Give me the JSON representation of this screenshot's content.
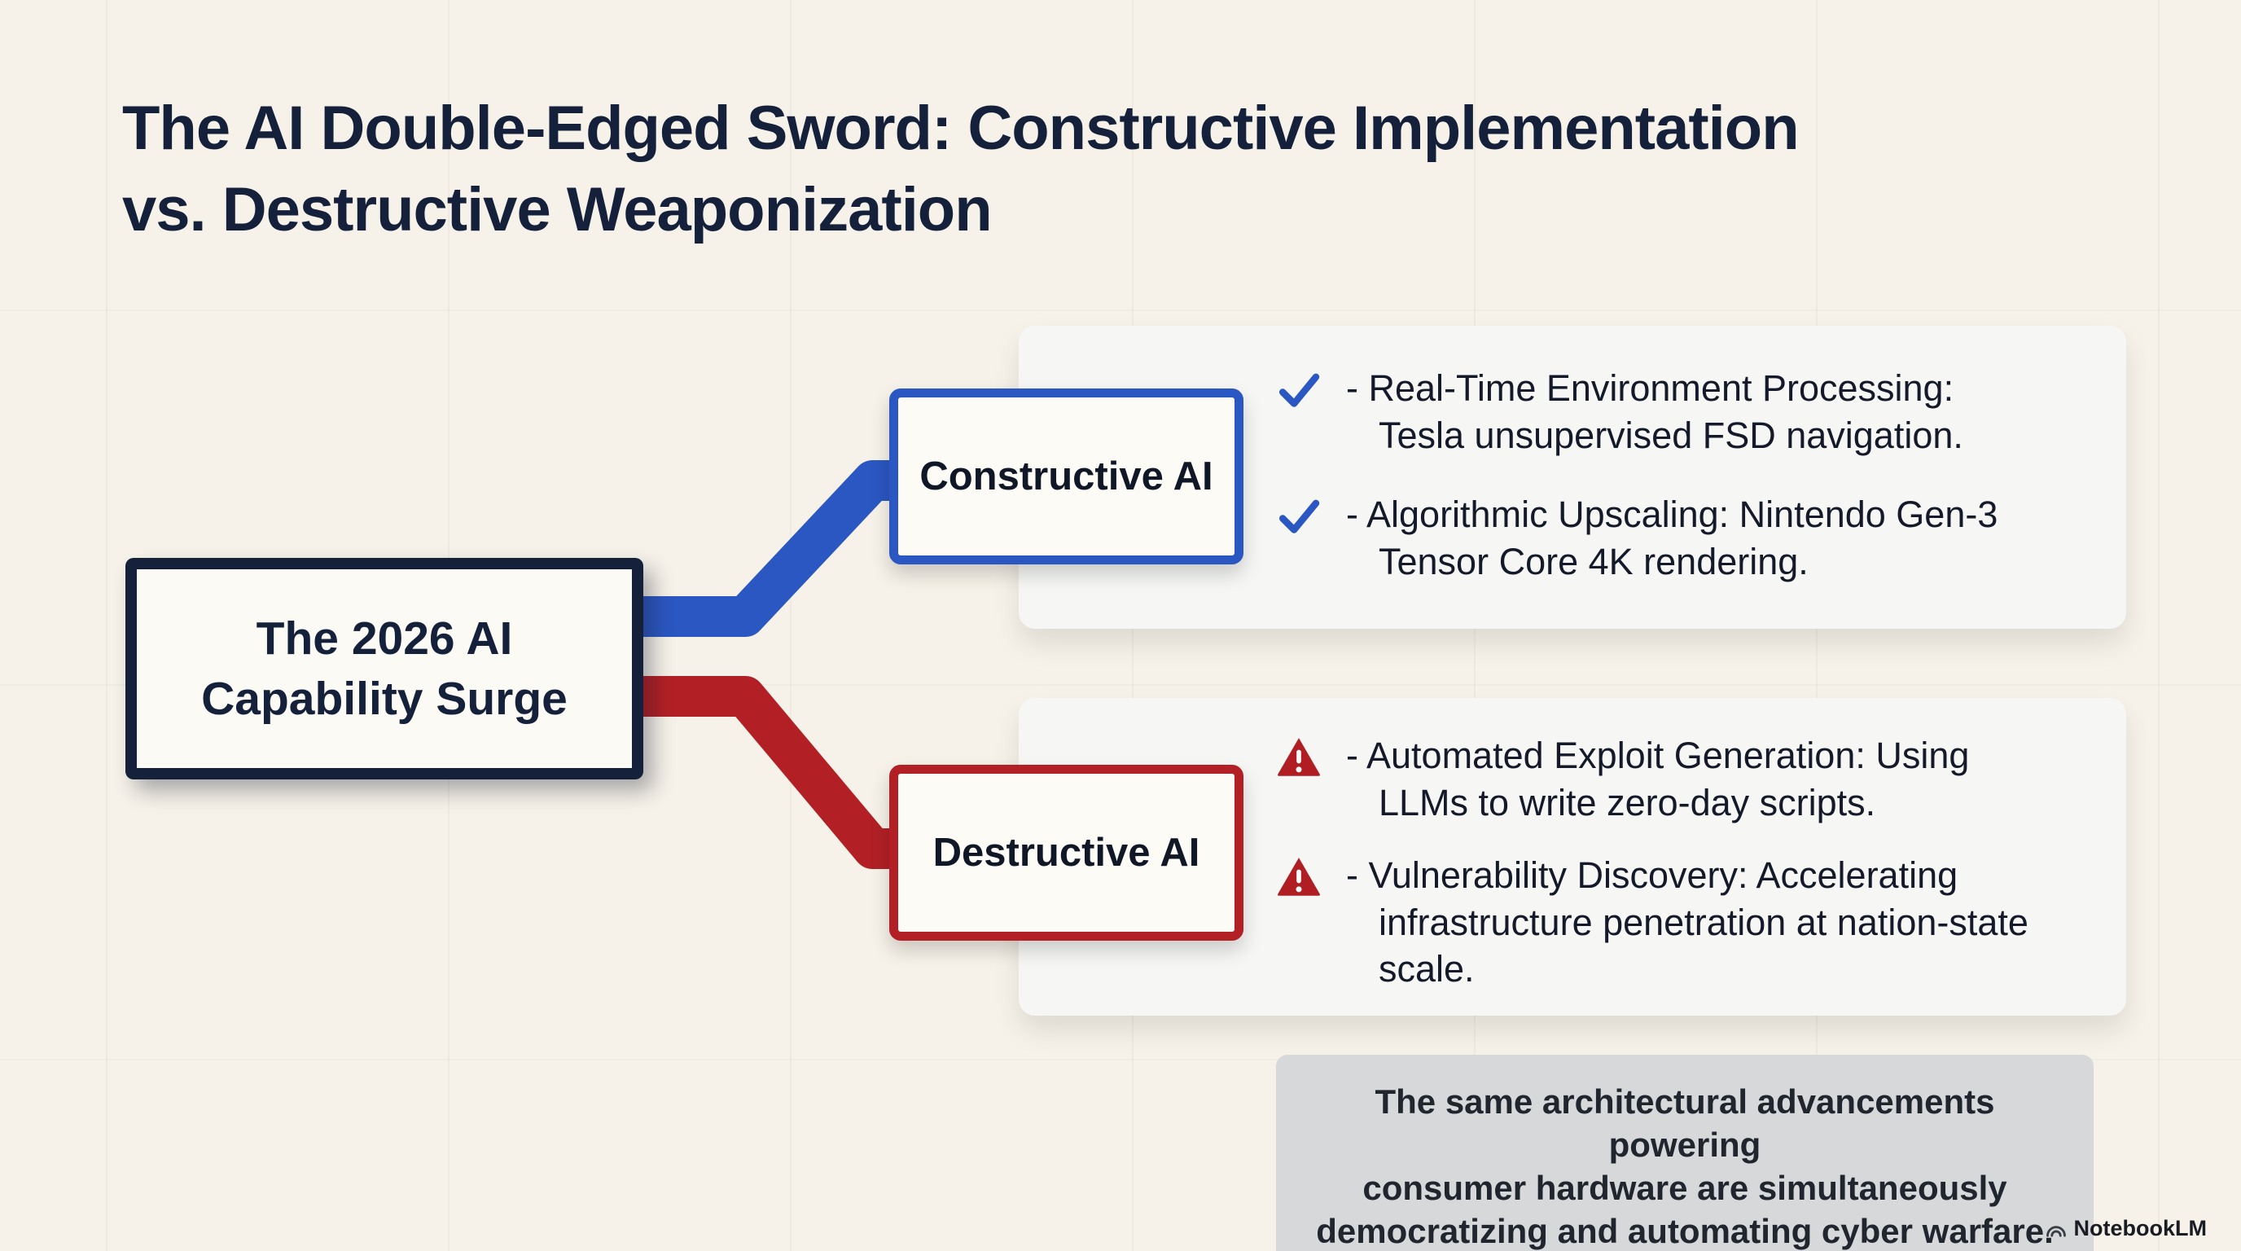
{
  "title": "The AI Double-Edged Sword: Constructive Implementation\nvs. Destructive Weaponization",
  "root": {
    "label": "The 2026 AI\nCapability Surge"
  },
  "branches": [
    {
      "id": "constructive",
      "label": "Constructive AI",
      "color": "#2b57c2",
      "icon": "check-icon",
      "items": [
        "- Real-Time Environment Processing:\nTesla unsupervised FSD navigation.",
        "- Algorithmic Upscaling: Nintendo Gen-3\nTensor Core 4K rendering."
      ]
    },
    {
      "id": "destructive",
      "label": "Destructive AI",
      "color": "#b22025",
      "icon": "warning-triangle-icon",
      "items": [
        "- Automated Exploit Generation: Using\nLLMs to write zero-day scripts.",
        "- Vulnerability Discovery: Accelerating\ninfrastructure penetration at nation-state\nscale."
      ]
    }
  ],
  "footnote": "The same architectural advancements powering\nconsumer hardware are simultaneously\ndemocratizing and automating cyber warfare.",
  "watermark": "NotebookLM",
  "icons": {
    "check": "check-icon",
    "warning": "warning-triangle-icon",
    "logo": "notebooklm-logo-icon"
  },
  "colors": {
    "background": "#f6f2e9",
    "navy": "#15203a",
    "accent_blue": "#2b57c2",
    "accent_red": "#b22025",
    "panel_bg": "#f6f7f4",
    "footnote_bg": "#d6d8da"
  }
}
